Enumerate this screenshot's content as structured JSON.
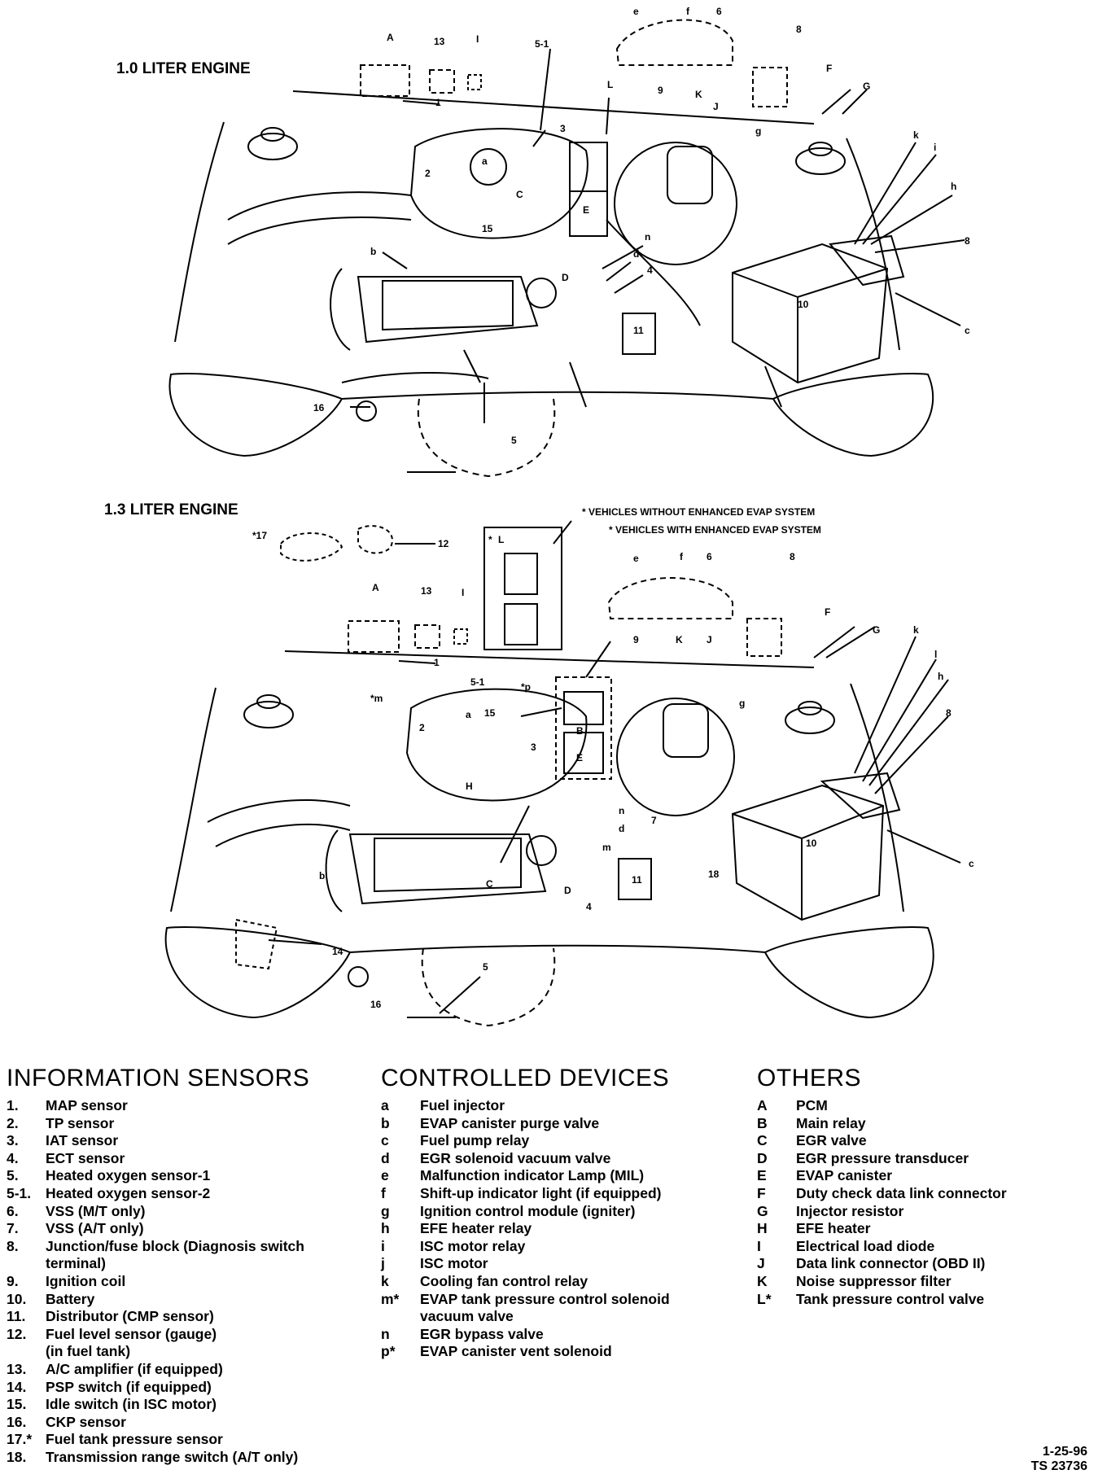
{
  "engine_1_0": {
    "title": "1.0 LITER ENGINE"
  },
  "engine_1_3": {
    "title": "1.3 LITER ENGINE"
  },
  "notes": {
    "without": "* VEHICLES WITHOUT ENHANCED EVAP SYSTEM",
    "with": "* VEHICLES WITH ENHANCED EVAP SYSTEM"
  },
  "labels_top": [
    "A",
    "13",
    "I",
    "5-1",
    "e",
    "f",
    "6",
    "8",
    "F",
    "G",
    "L",
    "9",
    "K",
    "J",
    "g",
    "3",
    "2",
    "a",
    "C",
    "15",
    "E",
    "n",
    "d",
    "4",
    "b",
    "D",
    "10",
    "11",
    "k",
    "i",
    "h",
    "8",
    "c",
    "16",
    "5",
    "1"
  ],
  "labels_bottom": [
    "*17",
    "12",
    "A",
    "13",
    "I",
    "e",
    "f",
    "6",
    "8",
    "F",
    "G",
    "9",
    "K",
    "J",
    "g",
    "1",
    "5-1",
    "*m",
    "2",
    "a",
    "15",
    "*p",
    "3",
    "B",
    "E",
    "H",
    "k",
    "l",
    "h",
    "8",
    "c",
    "b",
    "C",
    "D",
    "n",
    "d",
    "m",
    "7",
    "4",
    "11",
    "10",
    "18",
    "14",
    "5",
    "16",
    "L",
    "*"
  ],
  "info": {
    "heading": "INFORMATION SENSORS",
    "items": [
      {
        "k": "1.",
        "t": "MAP sensor"
      },
      {
        "k": "2.",
        "t": "TP sensor"
      },
      {
        "k": "3.",
        "t": "IAT sensor"
      },
      {
        "k": "4.",
        "t": "ECT sensor"
      },
      {
        "k": "5.",
        "t": "Heated oxygen sensor-1"
      },
      {
        "k": "5-1.",
        "t": "Heated oxygen sensor-2"
      },
      {
        "k": "6.",
        "t": "VSS (M/T only)"
      },
      {
        "k": "7.",
        "t": "VSS (A/T only)"
      },
      {
        "k": "8.",
        "t": "Junction/fuse block (Diagnosis switch\nterminal)"
      },
      {
        "k": "9.",
        "t": "Ignition coil"
      },
      {
        "k": "10.",
        "t": "Battery"
      },
      {
        "k": "11.",
        "t": "Distributor (CMP sensor)"
      },
      {
        "k": "12.",
        "t": "Fuel level sensor (gauge)\n(in fuel tank)"
      },
      {
        "k": "13.",
        "t": "A/C amplifier (if equipped)"
      },
      {
        "k": "14.",
        "t": "PSP switch (if equipped)"
      },
      {
        "k": "15.",
        "t": "Idle switch (in ISC motor)"
      },
      {
        "k": "16.",
        "t": "CKP sensor"
      },
      {
        "k": "17.*",
        "t": "Fuel tank pressure sensor"
      },
      {
        "k": "18.",
        "t": "Transmission range switch (A/T only)"
      }
    ]
  },
  "controlled": {
    "heading": "CONTROLLED DEVICES",
    "items": [
      {
        "k": "a",
        "t": "Fuel injector"
      },
      {
        "k": "b",
        "t": "EVAP canister purge valve"
      },
      {
        "k": "c",
        "t": "Fuel pump relay"
      },
      {
        "k": "d",
        "t": "EGR solenoid vacuum valve"
      },
      {
        "k": "e",
        "t": "Malfunction indicator Lamp (MIL)"
      },
      {
        "k": "f",
        "t": "Shift-up indicator light (if equipped)"
      },
      {
        "k": "g",
        "t": "Ignition control module (igniter)"
      },
      {
        "k": "h",
        "t": "EFE heater relay"
      },
      {
        "k": "i",
        "t": "ISC motor relay"
      },
      {
        "k": "j",
        "t": "ISC motor"
      },
      {
        "k": "k",
        "t": "Cooling fan control relay"
      },
      {
        "k": "m*",
        "t": "EVAP tank pressure control solenoid\nvacuum valve"
      },
      {
        "k": "n",
        "t": "EGR bypass valve"
      },
      {
        "k": "p*",
        "t": "EVAP canister vent solenoid"
      }
    ]
  },
  "others": {
    "heading": "OTHERS",
    "items": [
      {
        "k": "A",
        "t": "PCM"
      },
      {
        "k": "B",
        "t": "Main relay"
      },
      {
        "k": "C",
        "t": "EGR valve"
      },
      {
        "k": "D",
        "t": "EGR pressure transducer"
      },
      {
        "k": "E",
        "t": "EVAP canister"
      },
      {
        "k": "F",
        "t": "Duty check data link connector"
      },
      {
        "k": "G",
        "t": "Injector resistor"
      },
      {
        "k": "H",
        "t": "EFE heater"
      },
      {
        "k": "I",
        "t": "Electrical load diode"
      },
      {
        "k": "J",
        "t": "Data link connector (OBD II)"
      },
      {
        "k": "K",
        "t": "Noise suppressor filter"
      },
      {
        "k": "L*",
        "t": "Tank pressure control valve"
      }
    ]
  },
  "stamp": {
    "date": "1-25-96",
    "code": "TS 23736"
  }
}
